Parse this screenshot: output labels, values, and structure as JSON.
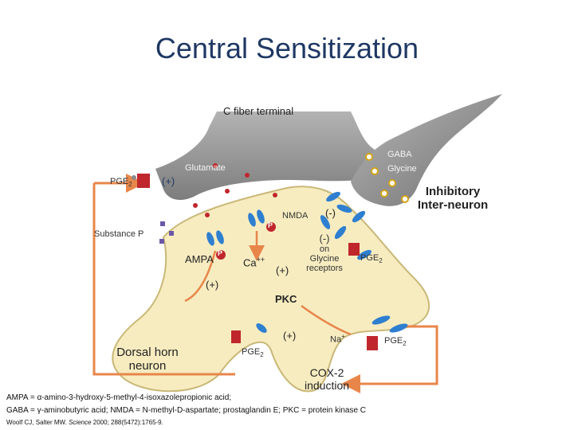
{
  "title": "Central Sensitization",
  "labels": {
    "c_fiber_terminal": "C fiber terminal",
    "glutamate": "Glutamate",
    "gaba": "GABA",
    "glycine": "Glycine",
    "pge2_left": "PGE",
    "pge2_left_sub": "2",
    "plus_left": "(+)",
    "inhibitory": "Inhibitory",
    "inter_neuron": "Inter-neuron",
    "substance_p": "Substance P",
    "nmda": "NMDA",
    "minus_top": "(-)",
    "minus_on": "(-)",
    "on": "on",
    "glycine_receptor_1": "Glycine",
    "glycine_receptor_2": "receptors",
    "pge2_right": "PGE",
    "pge2_right_sub": "2",
    "ampa": "AMPA",
    "p_badge_ampa": "P",
    "p_badge_nmda": "P",
    "ca": "Ca",
    "ca_sup": "++",
    "plus_mid": "(+)",
    "plus_ampa": "(+)",
    "pkc": "PKC",
    "plus_pkc": "(+)",
    "na": "Na",
    "na_sup": "+",
    "pge2_bottom_right": "PGE",
    "pge2_bottom_right_sub": "2",
    "pge2_bottom": "PGE",
    "pge2_bottom_sub": "2",
    "dorsal_horn_1": "Dorsal horn",
    "dorsal_horn_2": "neuron",
    "cox2_1": "COX-2",
    "cox2_2": "induction"
  },
  "footer": {
    "line1": "AMPA = α-amino-3-hydroxy-5-methyl-4-isoxazolepropionic acid;",
    "line2": "GABA = γ-aminobutyric acid; NMDA = N-methyl-D-aspartate; prostaglandin E; PKC = protein kinase C",
    "line3_authors": "Woolf CJ, Salter MW. ",
    "line3_journal": "Science",
    "line3_rest": " 2000; 288(5472):1765-9."
  },
  "colors": {
    "title": "#1f3864",
    "neuron_fill": "#f7ecc0",
    "neuron_stroke": "#c9b878",
    "terminal_fill": "#9b9b9b",
    "arrow": "#e8864a",
    "receptor": "#2f7fd0",
    "pge_receptor": "#c0272d"
  }
}
